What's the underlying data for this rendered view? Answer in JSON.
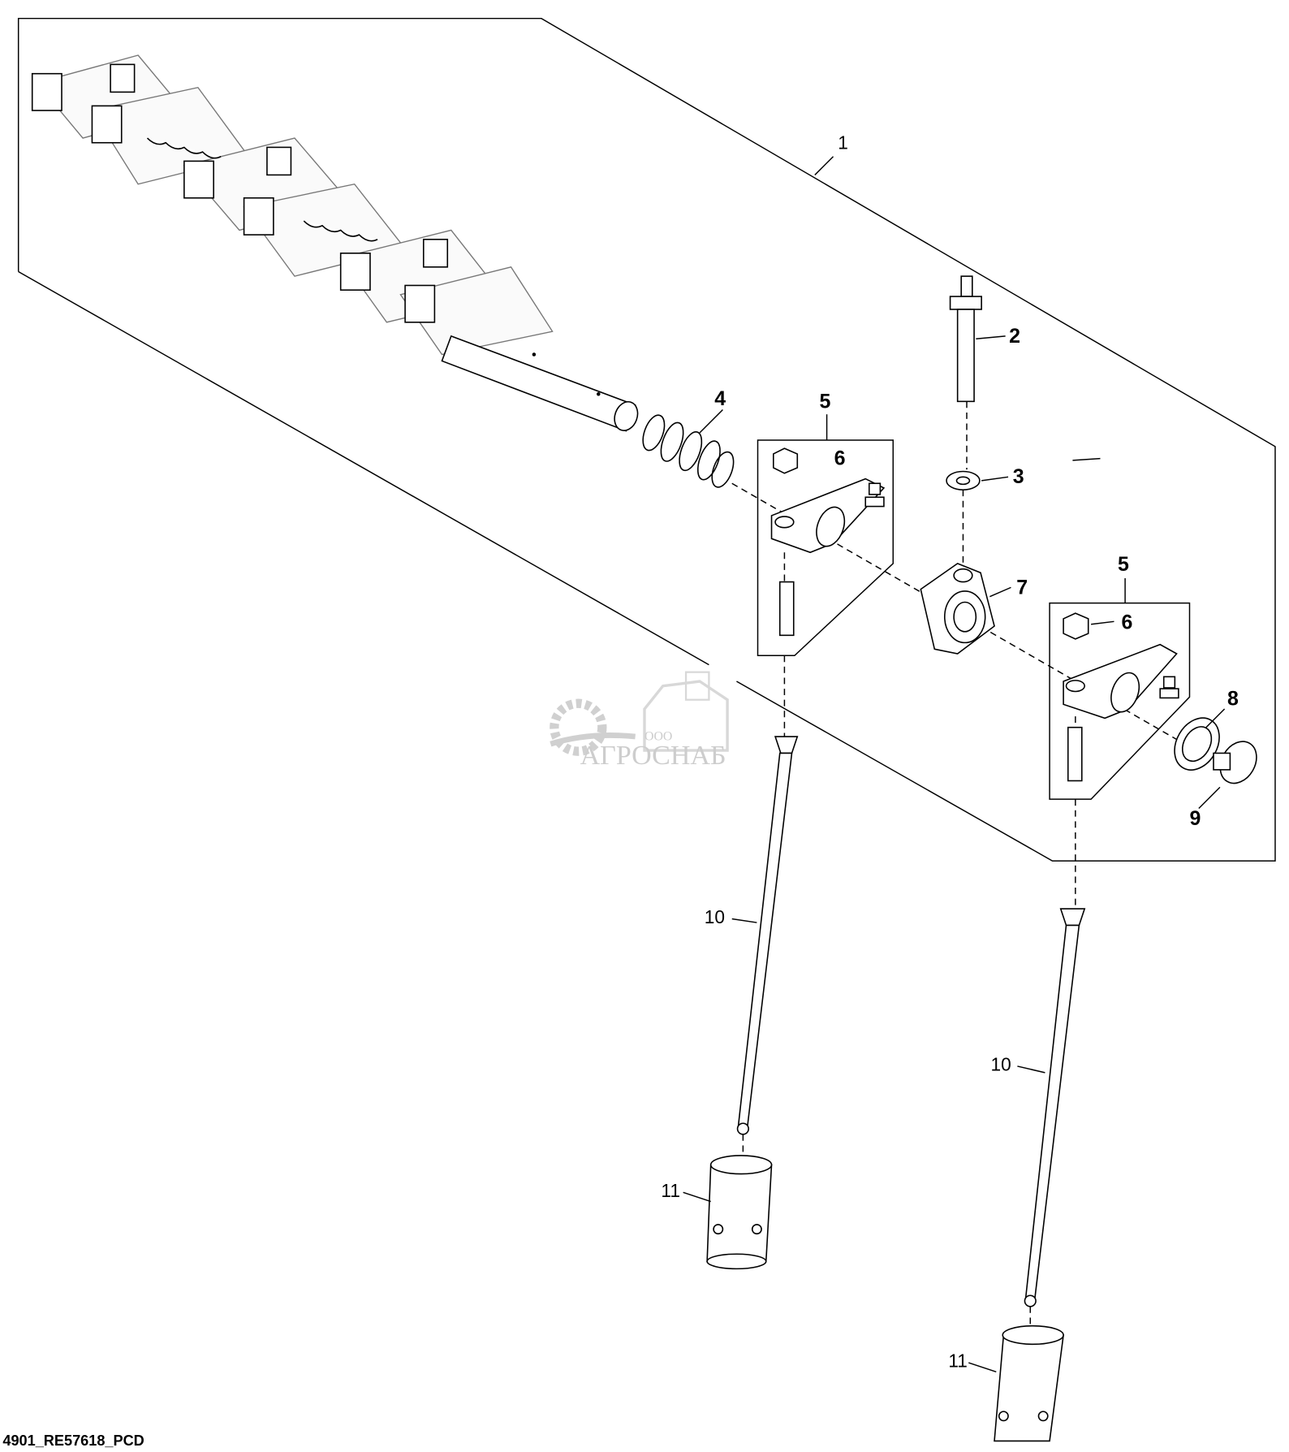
{
  "diagram": {
    "drawing_code": "4901_RE57618_PCD",
    "callouts": {
      "c1": "1",
      "c2": "2",
      "c3": "3",
      "c4": "4",
      "c5a": "5",
      "c5b": "5",
      "c6a": "6",
      "c6b": "6",
      "c7": "7",
      "c8": "8",
      "c9": "9",
      "c10a": "10",
      "c10b": "10",
      "c11a": "11",
      "c11b": "11"
    },
    "watermark": {
      "prefix": "ООО",
      "name": "АГРОСНАБ"
    }
  }
}
